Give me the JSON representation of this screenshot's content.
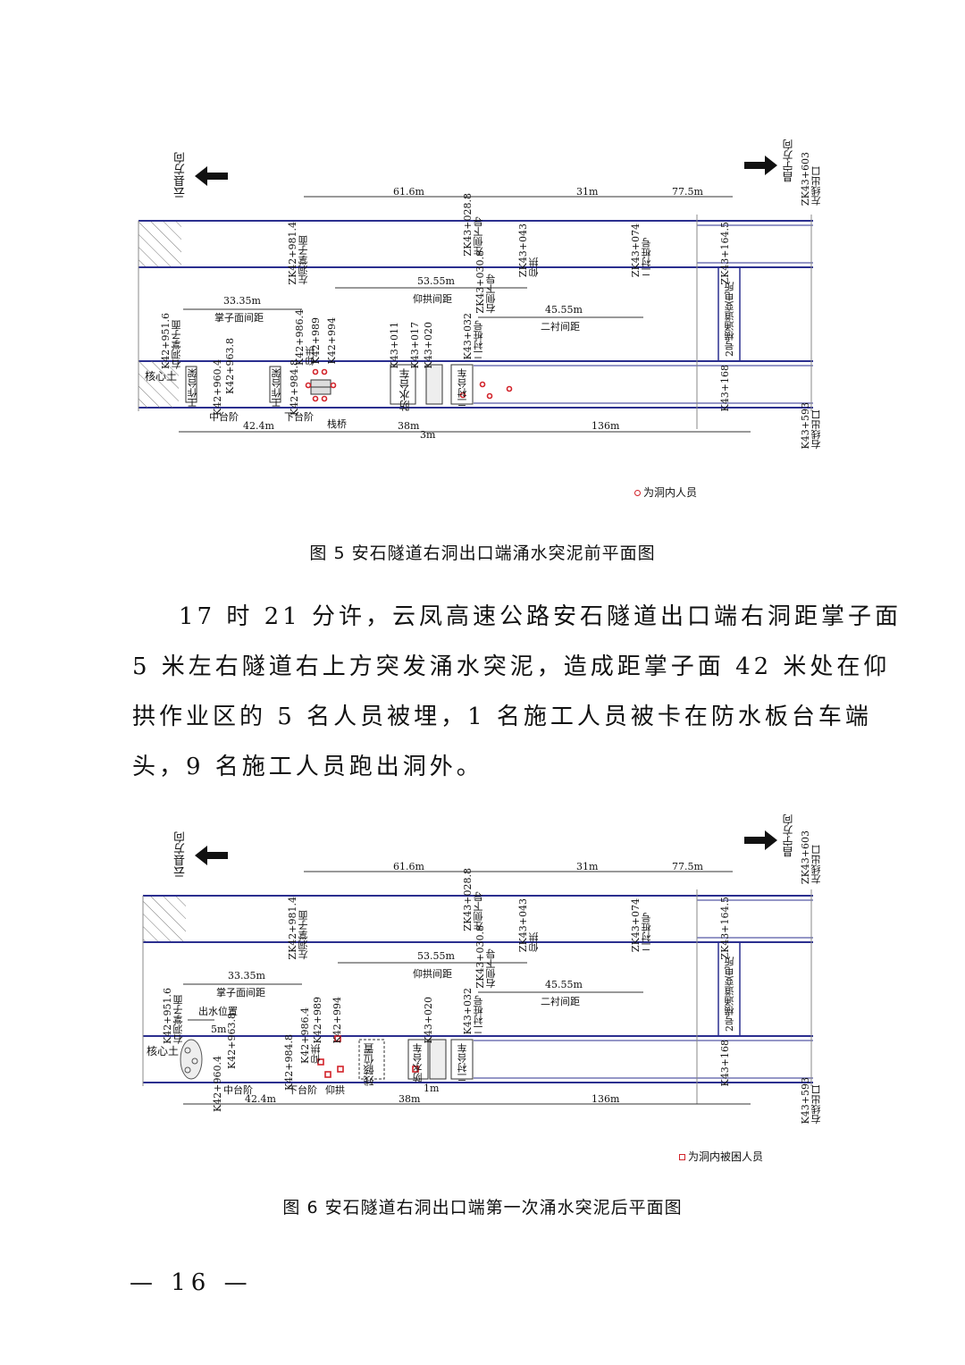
{
  "fig5": {
    "caption": "图 5  安石隧道右洞出口端涌水突泥前平面图",
    "dir_left": "云县方向",
    "dir_right": "昌宁方向",
    "zk_exit": "ZK43+603\n左线出口",
    "k_exit": "K43+593\n右线出口",
    "dim_61": "61.6m",
    "dim_31": "31m",
    "dim_77": "77.5m",
    "dim_3335": "33.35m",
    "lbl_face_gap": "掌子面间距",
    "dim_5355": "53.55m",
    "lbl_invert_gap": "仰拱间距",
    "dim_4555": "45.55m",
    "lbl_lining_gap": "二衬间距",
    "dim_424": "42.4m",
    "dim_38": "38m",
    "dim_3": "3m",
    "dim_136": "136m",
    "zk_labels": [
      "ZK42+981.4\n左洞掌子面",
      "ZK43+028.8\n左侧下导",
      "ZK43+030.8\n右侧下导",
      "ZK43+043\n仰拱",
      "ZK43+074\n二衬桩号",
      "ZK43+164.5"
    ],
    "k_labels": [
      "K42+951.6\n右洞掌子面",
      "K42+963.8",
      "K42+960.4",
      "K42+984.8",
      "K42+986.4\n仰拱",
      "K42+989",
      "K42+994",
      "K43+011",
      "K43+017",
      "K43+020",
      "K43+032\n二衬桩号",
      "K43+168"
    ],
    "lbl_core": "核心土",
    "lbl_work1": "工作台架",
    "lbl_work2": "工作台架",
    "lbl_waterproof": "防水台车",
    "lbl_lining": "二衬台车",
    "lbl_mid": "中台阶",
    "lbl_low": "下台阶",
    "lbl_bridge": "栈桥",
    "lbl_substation": "2号横通道变电所",
    "legend": "为洞内人员"
  },
  "paragraph": {
    "lines": [
      "17 时 21 分许，云凤高速公路安石隧道出口端右洞距掌子面",
      "5 米左右隧道右上方突发涌水突泥，造成距掌子面 42 米处在仰",
      "拱作业区的 5 名人员被埋，1 名施工人员被卡在防水板台车端",
      "头，9 名施工人员跑出洞外。"
    ]
  },
  "fig6": {
    "caption": "图 6  安石隧道右洞出口端第一次涌水突泥后平面图",
    "dir_left": "云县方向",
    "dir_right": "昌宁方向",
    "zk_exit": "ZK43+603\n左线出口",
    "k_exit": "K43+593\n右线出口",
    "dim_61": "61.6m",
    "dim_31": "31m",
    "dim_77": "77.5m",
    "dim_3335": "33.35m",
    "lbl_face_gap": "掌子面间距",
    "dim_5355": "53.55m",
    "lbl_invert_gap": "仰拱间距",
    "dim_4555": "45.55m",
    "lbl_lining_gap": "二衬间距",
    "dim_424": "42.4m",
    "dim_38": "38m",
    "dim_1": "1m",
    "dim_136": "136m",
    "dim_5": "5m",
    "lbl_water_pos": "出水位置",
    "lbl_core": "核心土",
    "lbl_mid": "中台阶",
    "lbl_low": "下台阶",
    "lbl_invert": "仰拱",
    "lbl_wreck": "残骸位置",
    "lbl_waterproof": "防水台车",
    "lbl_lining": "二衬台车",
    "lbl_substation": "2号横通道变电所",
    "legend": "为洞内被困人员"
  },
  "page_number": "— 16 —"
}
